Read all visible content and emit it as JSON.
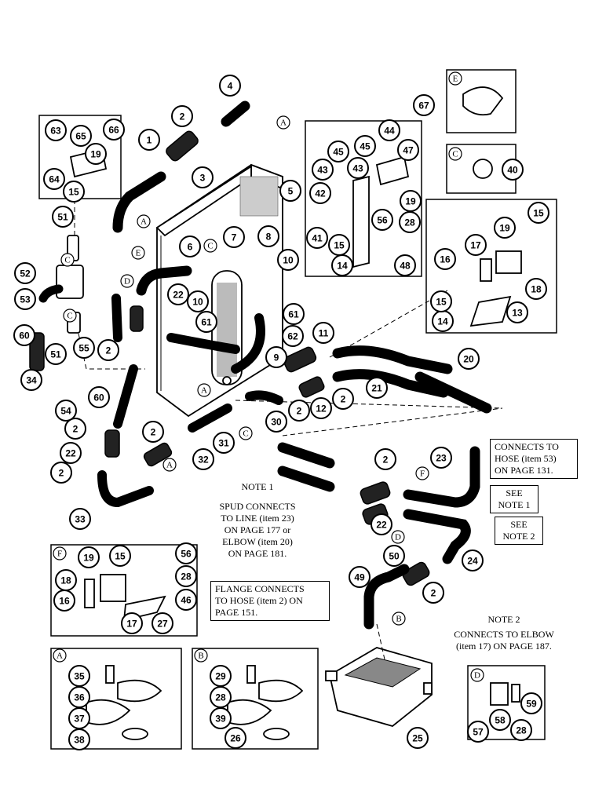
{
  "notes": {
    "note1": {
      "title": "NOTE 1",
      "lines": [
        "SPUD CONNECTS",
        "TO LINE (item 23)",
        "ON PAGE 177 or",
        "ELBOW (item 20)",
        "ON PAGE 181."
      ]
    },
    "note2": {
      "title": "NOTE 2",
      "lines": [
        "CONNECTS TO ELBOW",
        "(item 17) ON PAGE 187."
      ]
    },
    "flange": {
      "lines": [
        "FLANGE CONNECTS",
        "TO HOSE (item 2) ON",
        "PAGE 151."
      ]
    },
    "connects_hose": {
      "lines": [
        "CONNECTS TO",
        "HOSE (item 53)",
        "ON PAGE 131."
      ]
    },
    "see_note1": {
      "lines": [
        "SEE",
        "NOTE 1"
      ]
    },
    "see_note2": {
      "lines": [
        "SEE",
        "NOTE 2"
      ]
    }
  },
  "callouts": {
    "c1": "1",
    "c2": "2",
    "c3": "3",
    "c4": "4",
    "c5": "5",
    "c6": "6",
    "c7": "7",
    "c8": "8",
    "c9": "9",
    "c10": "10",
    "c11": "11",
    "c12": "12",
    "c13": "13",
    "c14": "14",
    "c15": "15",
    "c16": "16",
    "c17": "17",
    "c18": "18",
    "c19": "19",
    "c20": "20",
    "c21": "21",
    "c22": "22",
    "c23": "23",
    "c24": "24",
    "c25": "25",
    "c26": "26",
    "c27": "27",
    "c28": "28",
    "c29": "29",
    "c30": "30",
    "c31": "31",
    "c32": "32",
    "c33": "33",
    "c34": "34",
    "c35": "35",
    "c36": "36",
    "c37": "37",
    "c38": "38",
    "c39": "39",
    "c40": "40",
    "c41": "41",
    "c42": "42",
    "c43": "43",
    "c44": "44",
    "c45": "45",
    "c46": "46",
    "c47": "47",
    "c48": "48",
    "c49": "49",
    "c50": "50",
    "c51": "51",
    "c52": "52",
    "c53": "53",
    "c54": "54",
    "c55": "55",
    "c56": "56",
    "c57": "57",
    "c58": "58",
    "c59": "59",
    "c60": "60",
    "c61": "61",
    "c62": "62",
    "c63": "63",
    "c64": "64",
    "c65": "65",
    "c66": "66",
    "c67": "67"
  },
  "refs": {
    "A": "A",
    "B": "B",
    "C": "C",
    "D": "D",
    "E": "E",
    "F": "F"
  }
}
